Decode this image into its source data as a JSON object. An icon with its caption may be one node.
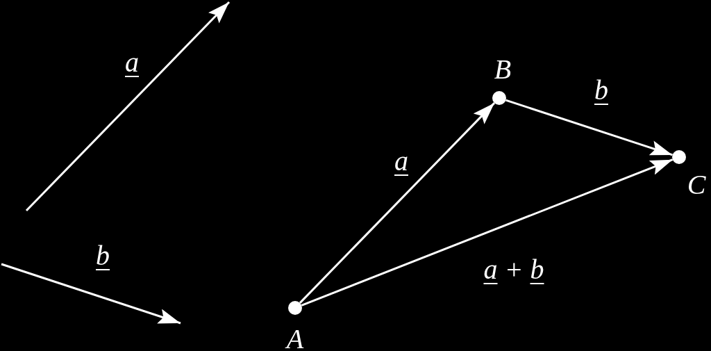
{
  "diagram": {
    "nodes": [
      {
        "text": [],
        "shape": "circle",
        "beside": [
          "A"
        ]
      },
      {
        "text": [],
        "shape": "circle",
        "beside": [
          "B"
        ]
      },
      {
        "text": [],
        "shape": "circle",
        "beside": [
          "C"
        ]
      }
    ],
    "edges": [
      {
        "from": 0,
        "to": 1,
        "arrow": "to",
        "label": "a"
      },
      {
        "from": 1,
        "to": 2,
        "arrow": "to",
        "label": "b"
      },
      {
        "from": 0,
        "to": 2,
        "arrow": "to",
        "label": "a + b"
      }
    ],
    "labels": [
      "a",
      "b"
    ]
  }
}
